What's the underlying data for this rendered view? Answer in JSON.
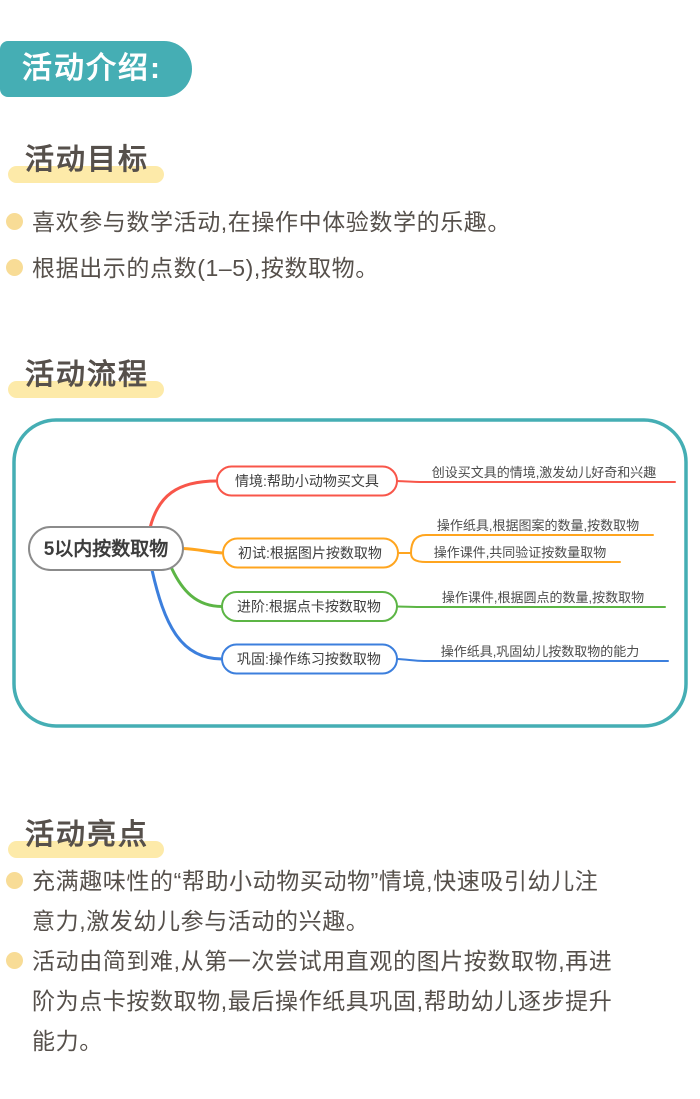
{
  "page": {
    "title_badge": "活动介绍:"
  },
  "colors": {
    "teal": "#45aeb4",
    "highlight_yellow": "#fdeaa9",
    "bullet_yellow": "#f8dc96",
    "body_text": "#56504b",
    "root_border": "#8b8b8b"
  },
  "goals": {
    "heading": "活动目标",
    "items": [
      "喜欢参与数学活动,在操作中体验数学的乐趣。",
      "根据出示的点数(1–5),按数取物。"
    ]
  },
  "flow": {
    "heading": "活动流程",
    "mindmap": {
      "root": "5以内按数取物",
      "branches": [
        {
          "label": "情境:帮助小动物买文具",
          "color": "#f8564a",
          "children": [
            "创设买文具的情境,激发幼儿好奇和兴趣"
          ]
        },
        {
          "label": "初试:根据图片按数取物",
          "color": "#ffa51f",
          "children": [
            "操作纸具,根据图案的数量,按数取物",
            "操作课件,共同验证按数量取物"
          ]
        },
        {
          "label": "进阶:根据点卡按数取物",
          "color": "#5cb545",
          "children": [
            "操作课件,根据圆点的数量,按数取物"
          ]
        },
        {
          "label": "巩固:操作练习按数取物",
          "color": "#3c7fdd",
          "children": [
            "操作纸具,巩固幼儿按数取物的能力"
          ]
        }
      ]
    }
  },
  "highlights": {
    "heading": "活动亮点",
    "items": [
      "充满趣味性的“帮助小动物买动物”情境,快速吸引幼儿注\n意力,激发幼儿参与活动的兴趣。",
      "活动由简到难,从第一次尝试用直观的图片按数取物,再进\n阶为点卡按数取物,最后操作纸具巩固,帮助幼儿逐步提升\n能力。"
    ]
  }
}
